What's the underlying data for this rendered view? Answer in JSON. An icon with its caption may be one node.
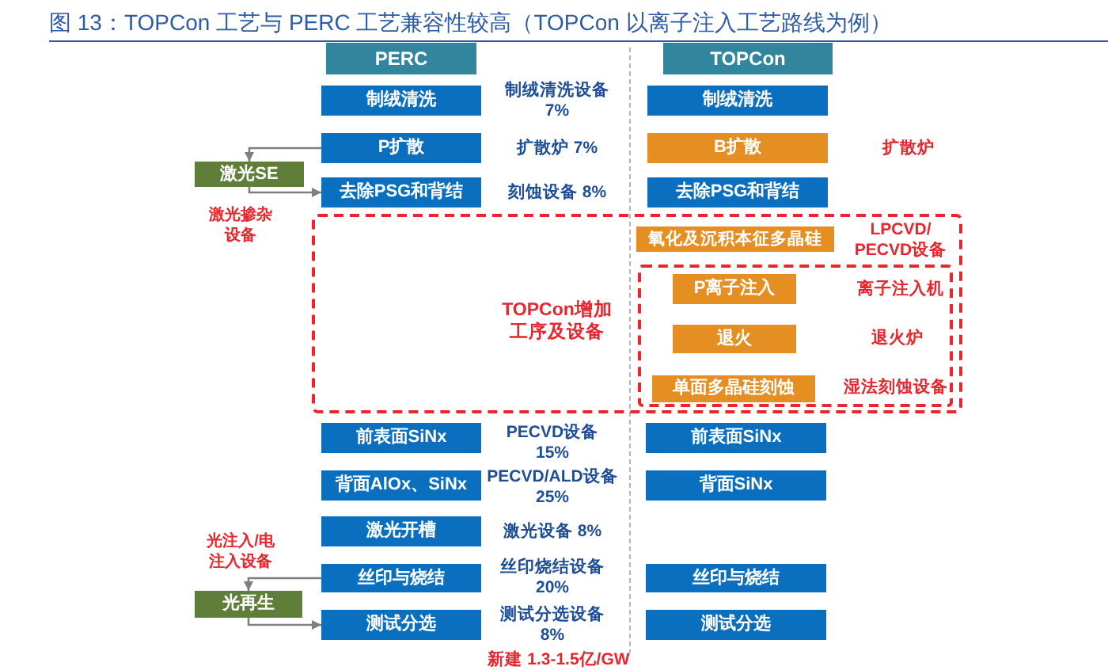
{
  "diagram": {
    "title": "图 13：TOPCon 工艺与 PERC 工艺兼容性较高（TOPCon 以离子注入工艺路线为例）",
    "nodes": [
      {
        "text": [
          "PERC"
        ]
      },
      {
        "text": [
          "TOPCon"
        ]
      },
      {
        "text": [
          "制绒清洗"
        ]
      },
      {
        "text": [
          "制绒清洗"
        ]
      },
      {
        "text": [
          "P扩散"
        ]
      },
      {
        "text": [
          "B扩散"
        ],
        "beside": [
          "扩散炉"
        ]
      },
      {
        "text": [
          "激光SE"
        ],
        "beside": [
          "激光掺杂设备"
        ]
      },
      {
        "text": [
          "去除PSG和背结"
        ]
      },
      {
        "text": [
          "去除PSG和背结"
        ]
      },
      {
        "text": [
          "TOPCon增加工序及设备"
        ]
      },
      {
        "text": [
          "氧化及沉积本征多晶硅"
        ],
        "in": 9,
        "beside": [
          "LPCVD/PECVD设备"
        ]
      },
      {
        "text": [],
        "shape": "box",
        "in": 9
      },
      {
        "text": [
          "P离子注入"
        ],
        "in": 11
      },
      {
        "text": [
          "退火"
        ],
        "in": 11
      },
      {
        "text": [
          "单面多晶硅刻蚀"
        ],
        "in": 11
      },
      {
        "text": [
          "前表面SiNx"
        ]
      },
      {
        "text": [
          "前表面SiNx"
        ]
      },
      {
        "text": [
          "背面AlOx、SiNx"
        ]
      },
      {
        "text": [
          "背面SiNx"
        ]
      },
      {
        "text": [
          "激光开槽"
        ]
      },
      {
        "text": [
          "丝印与烧结"
        ]
      },
      {
        "text": [
          "丝印与烧结"
        ]
      },
      {
        "text": [
          "光再生"
        ],
        "beside": [
          "光注入/电注入设备"
        ]
      },
      {
        "text": [
          "测试分选"
        ]
      },
      {
        "text": [
          "测试分选"
        ]
      }
    ],
    "edges": [
      {
        "from": 4,
        "to": 6,
        "arrow": "to"
      },
      {
        "from": 6,
        "to": 7,
        "arrow": "to"
      },
      {
        "from": 20,
        "to": 22,
        "arrow": "to"
      },
      {
        "from": 22,
        "to": 23,
        "arrow": "to"
      }
    ],
    "labels": [
      "制绒清洗设备 7%",
      "扩散炉 7%",
      "刻蚀设备 8%",
      "离子注入机",
      "退火炉",
      "湿法刻蚀设备",
      "PECVD设备 15%",
      "PECVD/ALD设备 25%",
      "激光设备 8%",
      "丝印烧结设备 20%",
      "测试分选设备 8%",
      "新建 1.3-1.5亿/GW"
    ]
  }
}
